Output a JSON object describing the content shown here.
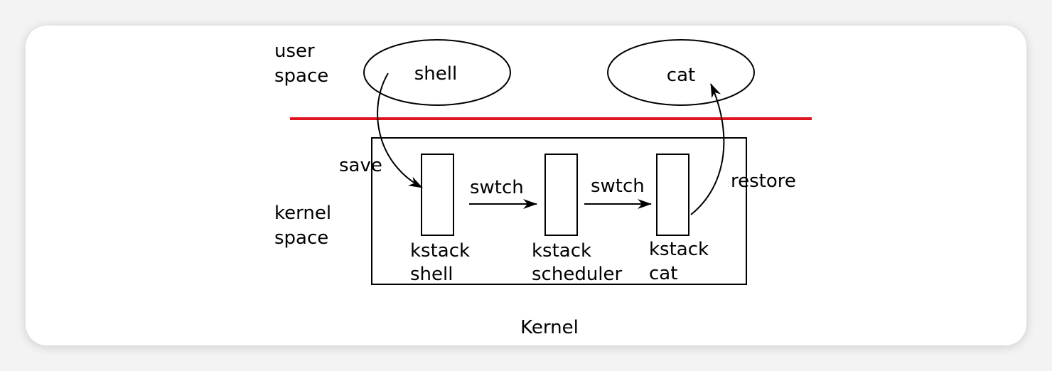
{
  "labels": {
    "user_space": [
      "user",
      "space"
    ],
    "kernel_space": [
      "kernel",
      "space"
    ],
    "shell_process": "shell",
    "cat_process": "cat",
    "save": "save",
    "restore": "restore",
    "swtch_1": "swtch",
    "swtch_2": "swtch",
    "kstack_shell": [
      "kstack",
      "shell"
    ],
    "kstack_scheduler": [
      "kstack",
      "scheduler"
    ],
    "kstack_cat": [
      "kstack",
      "cat"
    ],
    "caption": "Kernel"
  },
  "colors": {
    "boundary_line": "#e0141e",
    "stroke": "#000000",
    "card": "#ffffff",
    "background": "#f3f3f3"
  }
}
